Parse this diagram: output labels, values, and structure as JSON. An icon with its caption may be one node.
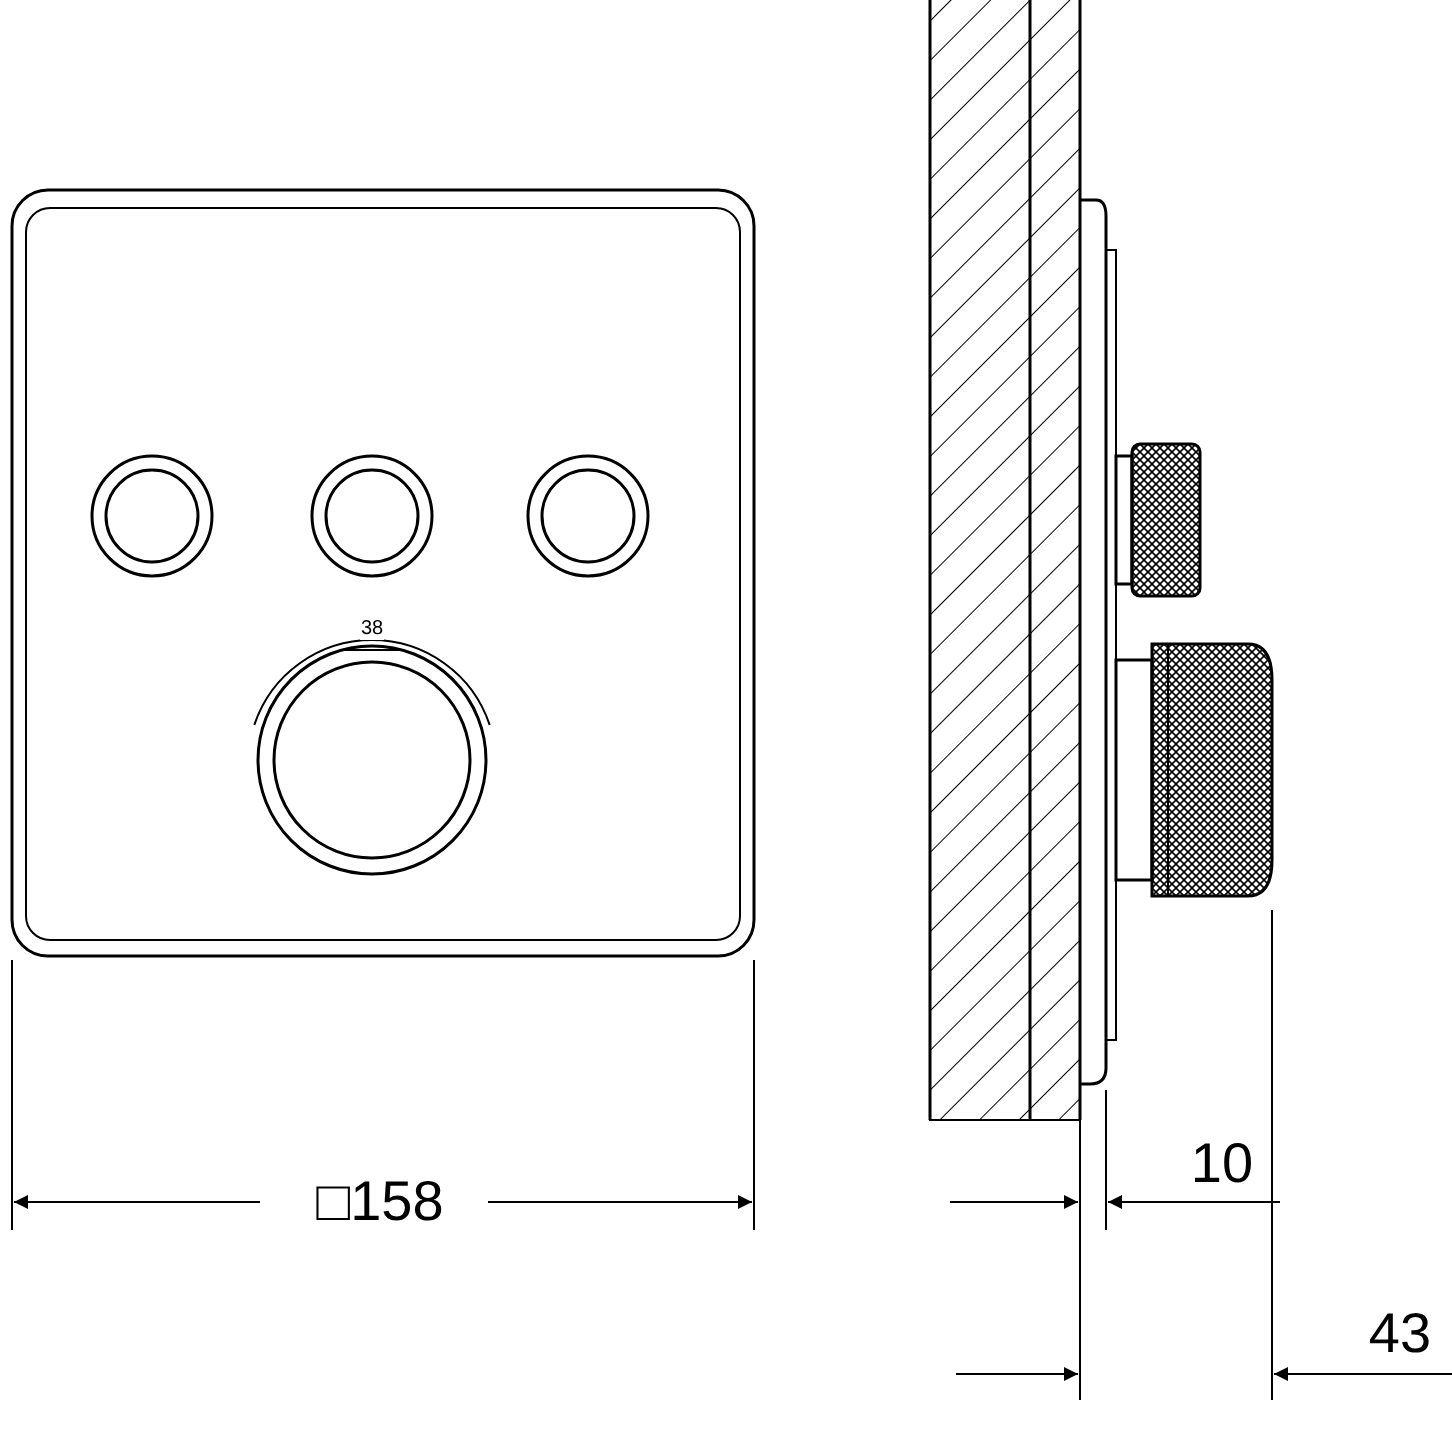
{
  "diagram": {
    "labels": [
      "38",
      "□158",
      "10",
      "43"
    ]
  }
}
